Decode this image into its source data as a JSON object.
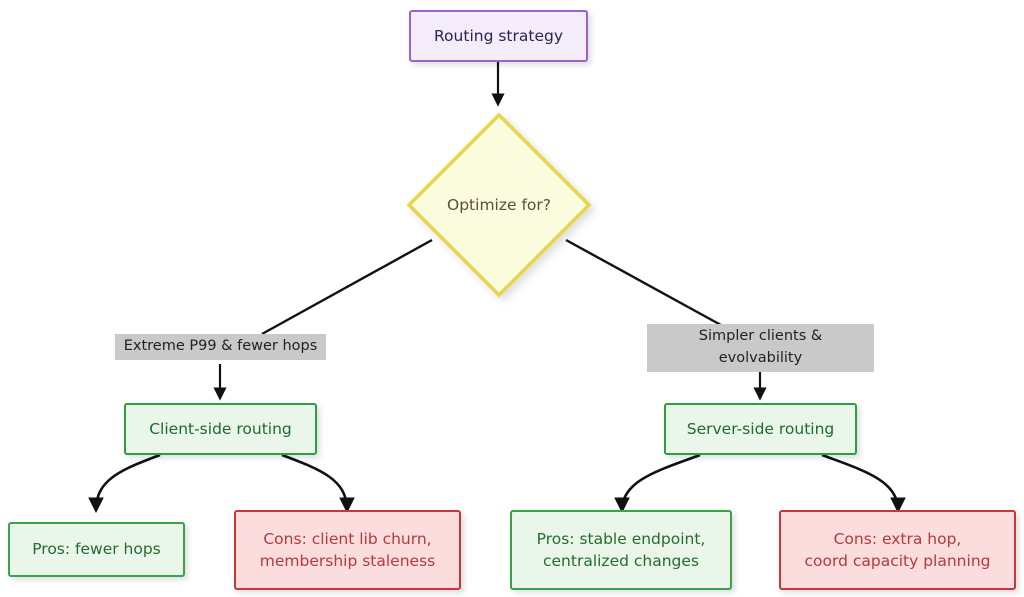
{
  "diagram": {
    "type": "flowchart",
    "direction": "top-down",
    "background": "#ffffff",
    "title_node": {
      "label": "Routing strategy"
    },
    "decision": {
      "label": "Optimize for?"
    },
    "edge_labels": {
      "left": "Extreme P99 & fewer hops",
      "right": "Simpler clients &\nevolvability"
    },
    "branches": {
      "left": {
        "label": "Client-side routing",
        "pros": "Pros: fewer hops",
        "cons": "Cons: client lib churn,\nmembership staleness"
      },
      "right": {
        "label": "Server-side routing",
        "pros": "Pros: stable endpoint,\ncentralized changes",
        "cons": "Cons: extra hop,\ncoord capacity planning"
      }
    },
    "colors": {
      "start_border": "#9a64c8",
      "start_fill": "#f4ecf8",
      "decision_border": "#e8d44d",
      "decision_fill": "#fbfbdd",
      "green_border": "#2f9e41",
      "green_fill": "#eaf6ea",
      "red_border": "#c4373a",
      "red_fill": "#fbdddd",
      "label_fill": "#c9c9c9",
      "edge_stroke": "#111111"
    }
  }
}
